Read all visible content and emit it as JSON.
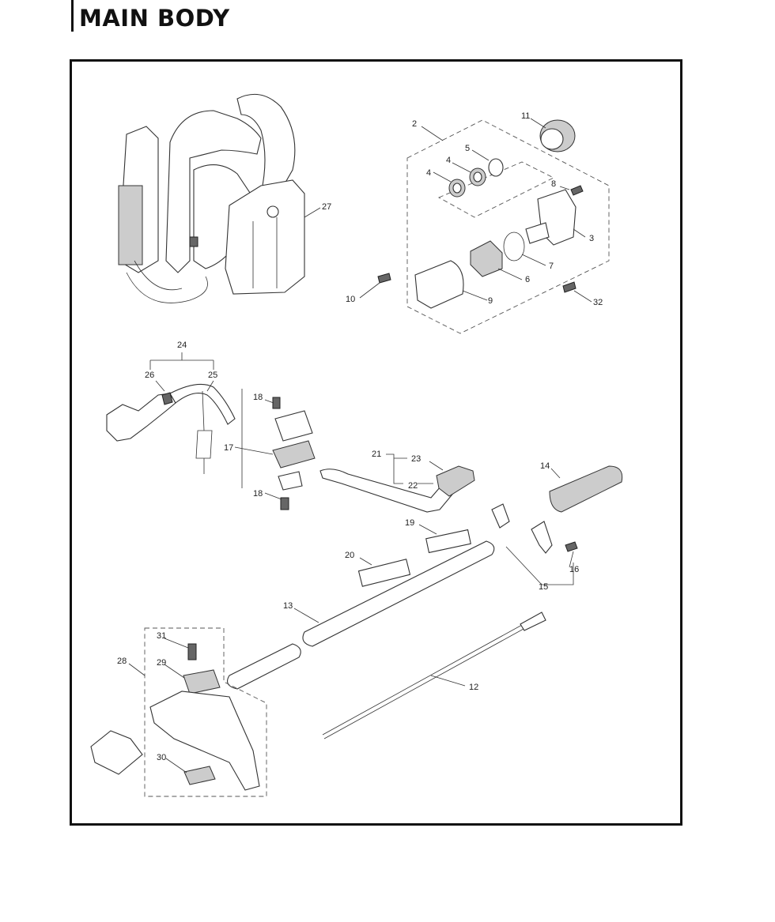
{
  "header": {
    "title": "MAIN BODY"
  },
  "callouts": {
    "c2": "2",
    "c3": "3",
    "c4a": "4",
    "c4b": "4",
    "c5": "5",
    "c6": "6",
    "c7": "7",
    "c8": "8",
    "c9": "9",
    "c10": "10",
    "c11": "11",
    "c12": "12",
    "c13": "13",
    "c14": "14",
    "c15": "15",
    "c16": "16",
    "c17": "17",
    "c18a": "18",
    "c18b": "18",
    "c19": "19",
    "c20": "20",
    "c21": "21",
    "c22": "22",
    "c23": "23",
    "c24": "24",
    "c25": "25",
    "c26": "26",
    "c27": "27",
    "c28": "28",
    "c29": "29",
    "c30": "30",
    "c31": "31",
    "c32": "32"
  },
  "colors": {
    "line": "#333333",
    "frame": "#111111",
    "part_fill": "#ffffff",
    "shade": "#cccccc"
  }
}
